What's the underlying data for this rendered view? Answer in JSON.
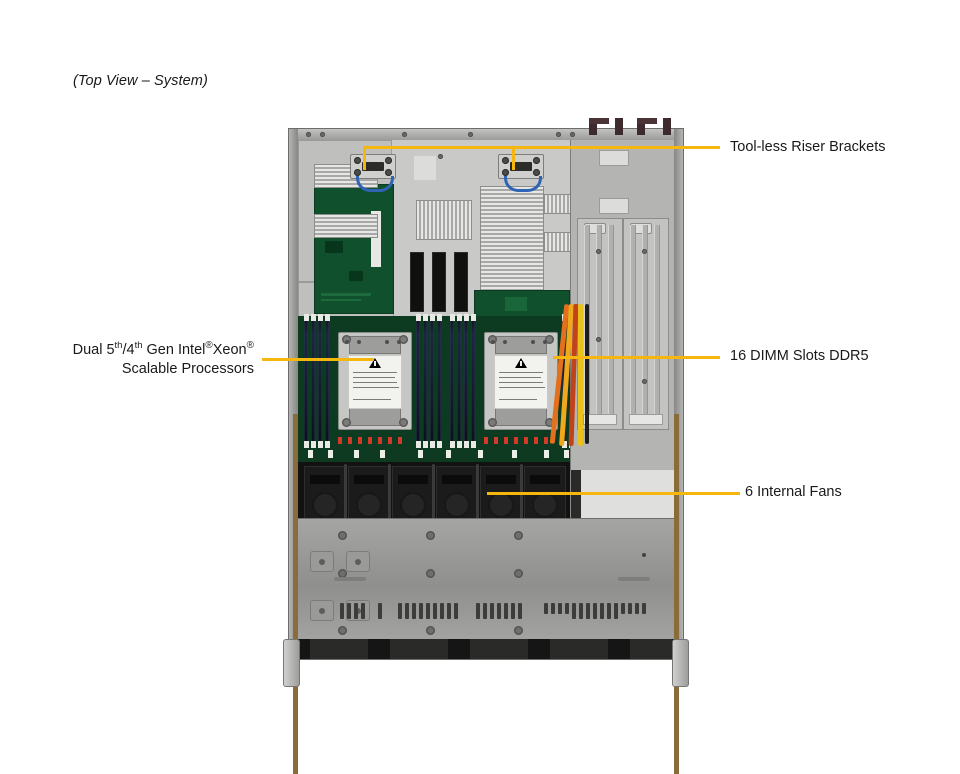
{
  "caption": "(Top View – System)",
  "callouts": {
    "riser": {
      "label": "Tool-less Riser Brackets"
    },
    "dimm": {
      "label": "16 DIMM  Slots DDR5"
    },
    "fans": {
      "label": "6 Internal  Fans"
    },
    "cpu": {
      "line1_a": "Dual 5",
      "line1_sup1": "th",
      "line1_b": "/4",
      "line1_sup2": "th",
      "line1_c": " Gen Intel",
      "line1_reg1": "®",
      "line1_d": "Xeon",
      "line1_reg2": "®",
      "line2": "Scalable Processors"
    }
  },
  "colors": {
    "leader": "#f5b60d",
    "chassis": "#8e8f8d",
    "pcb_green": "#0e3a22",
    "dimm_slot": "#1b2740",
    "fan_black": "#1a1b1a",
    "text": "#1a1a1a"
  },
  "device": {
    "view": "top",
    "form_factor": "1U rackmount server",
    "cpu_count": 2,
    "dimm_slot_count": 16,
    "fan_count": 6,
    "psu_count": 2,
    "riser_bracket_count": 2
  }
}
